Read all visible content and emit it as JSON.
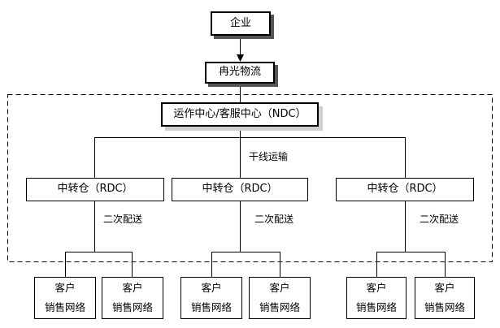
{
  "diagram": {
    "enterprise": "企业",
    "logistics": "冉光物流",
    "ndc": "运作中心/客服中心（NDC）",
    "trunk_label": "干线运输",
    "rdc_label": "中转仓（RDC）",
    "secondary_label": "二次配送",
    "customer": {
      "line1": "客户",
      "line2": "销售网络"
    }
  }
}
